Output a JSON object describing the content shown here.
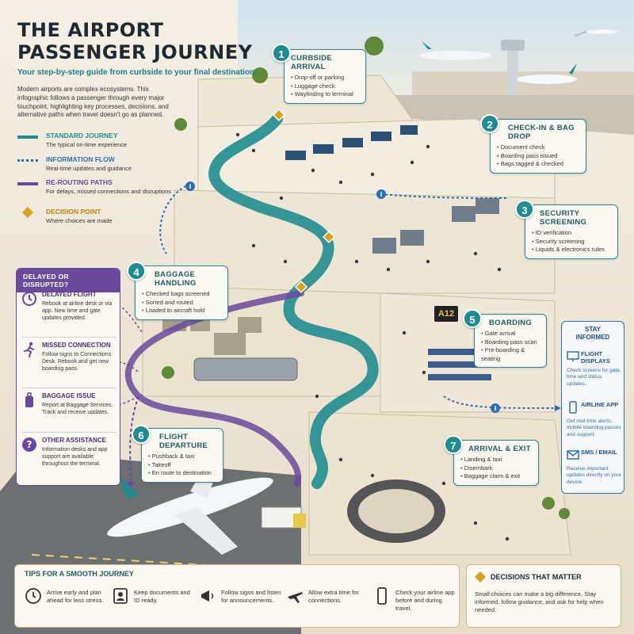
{
  "header": {
    "title_line1": "THE AIRPORT",
    "title_line2": "PASSENGER JOURNEY",
    "subtitle": "Your step-by-step guide from curbside to your final destination",
    "intro": "Modern airports are complex ecosystems. This infographic follows a passenger through every major touchpoint, highlighting key processes, decisions, and alternative paths when travel doesn't go as planned."
  },
  "legend": [
    {
      "label": "STANDARD JOURNEY",
      "desc": "The typical on-time experience",
      "color": "#1f8d8f",
      "style": "solid"
    },
    {
      "label": "INFORMATION FLOW",
      "desc": "Real-time updates and guidance",
      "color": "#2d6fb5",
      "style": "dotted"
    },
    {
      "label": "RE-ROUTING PATHS",
      "desc": "For delays, missed connections and disruptions",
      "color": "#6a4a9c",
      "style": "solid"
    },
    {
      "label": "DECISION POINT",
      "desc": "Where choices are made",
      "color": "#d9a21b",
      "style": "diamond"
    }
  ],
  "steps": [
    {
      "num": "1",
      "title": "CURBSIDE ARRIVAL",
      "items": [
        "Drop-off or parking",
        "Luggage check",
        "Wayfinding to terminal"
      ]
    },
    {
      "num": "2",
      "title": "CHECK-IN & BAG DROP",
      "items": [
        "Document check",
        "Boarding pass issued",
        "Bags tagged & checked"
      ]
    },
    {
      "num": "3",
      "title": "SECURITY SCREENING",
      "items": [
        "ID verification",
        "Security screening",
        "Liquids & electronics rules"
      ]
    },
    {
      "num": "4",
      "title": "BAGGAGE HANDLING",
      "items": [
        "Checked bags screened",
        "Sorted and routed",
        "Loaded to aircraft hold"
      ]
    },
    {
      "num": "5",
      "title": "BOARDING",
      "items": [
        "Gate arrival",
        "Boarding pass scan",
        "Pre-boarding & seating"
      ]
    },
    {
      "num": "6",
      "title": "FLIGHT DEPARTURE",
      "items": [
        "Pushback & taxi",
        "Takeoff",
        "En route to destination"
      ]
    },
    {
      "num": "7",
      "title": "ARRIVAL & EXIT",
      "items": [
        "Landing & taxi",
        "Disembark",
        "Baggage claim & exit"
      ]
    }
  ],
  "gate_label": "A12",
  "delayed": {
    "heading": "DELAYED OR DISRUPTED?",
    "items": [
      {
        "title": "DELAYED FLIGHT",
        "desc": "Rebook at airline desk or via app. New time and gate updates provided.",
        "icon": "clock-icon"
      },
      {
        "title": "MISSED CONNECTION",
        "desc": "Follow signs to Connections Desk. Rebook and get new boarding pass.",
        "icon": "running-person-icon"
      },
      {
        "title": "BAGGAGE ISSUE",
        "desc": "Report at Baggage Services. Track and receive updates.",
        "icon": "suitcase-icon"
      },
      {
        "title": "OTHER ASSISTANCE",
        "desc": "Information desks and app support are available throughout the terminal.",
        "icon": "question-icon"
      }
    ]
  },
  "stay_informed": {
    "heading_line1": "STAY",
    "heading_line2": "INFORMED",
    "items": [
      {
        "title": "FLIGHT DISPLAYS",
        "desc": "Check screens for gate, time and status updates.",
        "icon": "display-icon"
      },
      {
        "title": "AIRLINE APP",
        "desc": "Get real-time alerts, mobile boarding passes and support.",
        "icon": "phone-icon"
      },
      {
        "title": "SMS / EMAIL",
        "desc": "Receive important updates directly on your device.",
        "icon": "message-icon"
      }
    ]
  },
  "tips": {
    "heading": "TIPS FOR A SMOOTH JOURNEY",
    "items": [
      {
        "text": "Arrive early and plan ahead for less stress.",
        "icon": "clock-icon"
      },
      {
        "text": "Keep documents and ID ready.",
        "icon": "id-card-icon"
      },
      {
        "text": "Follow signs and listen for announcements.",
        "icon": "megaphone-icon"
      },
      {
        "text": "Allow extra time for connections.",
        "icon": "plane-icon"
      },
      {
        "text": "Check your airline app before and during travel.",
        "icon": "phone-icon"
      }
    ]
  },
  "decisions": {
    "title": "DECISIONS THAT MATTER",
    "text": "Small choices can make a big difference. Stay informed, follow guidance, and ask for help when needed."
  },
  "colors": {
    "journey": "#1f8d8f",
    "info": "#2d6fb5",
    "reroute": "#6a4a9c",
    "decision": "#d9a21b"
  }
}
